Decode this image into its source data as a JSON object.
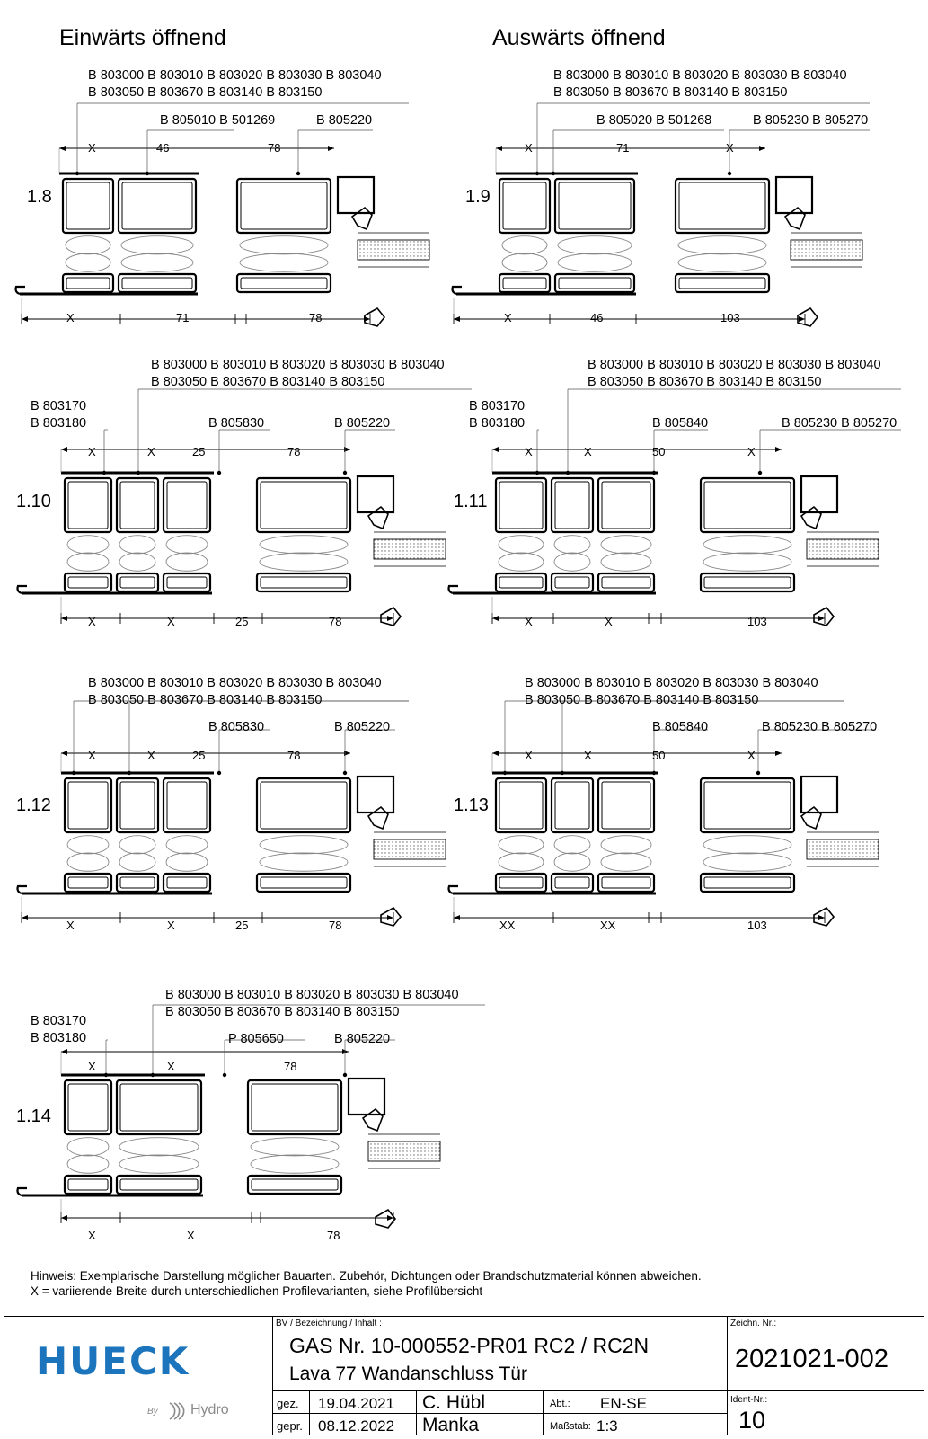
{
  "headings": {
    "inward": "Einwärts öffnend",
    "outward": "Auswärts öffnend"
  },
  "details": [
    {
      "id": "1.8",
      "codes": [
        "B 803000 B 803010 B 803020 B 803030 B 803040",
        "B 803050 B 803670 B 803140 B 803150"
      ],
      "side_codes": [],
      "labels": [
        "B 805010 B 501269",
        "B 805220"
      ],
      "top_dims": [
        "X",
        "46",
        "78"
      ],
      "bottom_dims": [
        "X",
        "71",
        "78"
      ]
    },
    {
      "id": "1.9",
      "codes": [
        "B 803000 B 803010 B 803020 B 803030 B 803040",
        "B 803050 B 803670 B 803140 B 803150"
      ],
      "side_codes": [],
      "labels": [
        "B 805020 B 501268",
        "B 805230 B 805270"
      ],
      "top_dims": [
        "X",
        "71",
        "X"
      ],
      "bottom_dims": [
        "X",
        "46",
        "103"
      ]
    },
    {
      "id": "1.10",
      "codes": [
        "B 803000 B 803010 B 803020 B 803030 B 803040",
        "B 803050 B 803670 B 803140 B 803150"
      ],
      "side_codes": [
        "B 803170",
        "B 803180"
      ],
      "labels": [
        "B 805830",
        "B 805220"
      ],
      "top_dims": [
        "X",
        "X",
        "25",
        "78"
      ],
      "bottom_dims": [
        "X",
        "X",
        "25",
        "78"
      ]
    },
    {
      "id": "1.11",
      "codes": [
        "B 803000 B 803010 B 803020 B 803030 B 803040",
        "B 803050 B 803670 B 803140 B 803150"
      ],
      "side_codes": [
        "B 803170",
        "B 803180"
      ],
      "labels": [
        "B 805840",
        "B 805230  B 805270"
      ],
      "top_dims": [
        "X",
        "X",
        "50",
        "X"
      ],
      "bottom_dims": [
        "X",
        "X",
        "103"
      ]
    },
    {
      "id": "1.12",
      "codes": [
        "B 803000 B 803010 B 803020 B 803030 B 803040",
        "B 803050 B 803670 B 803140 B 803150"
      ],
      "side_codes": [],
      "labels": [
        "B 805830",
        "B 805220"
      ],
      "top_dims": [
        "X",
        "X",
        "25",
        "78"
      ],
      "bottom_dims": [
        "X",
        "X",
        "25",
        "78"
      ]
    },
    {
      "id": "1.13",
      "codes": [
        "B 803000 B 803010 B 803020 B 803030 B 803040",
        "B 803050 B 803670 B 803140 B 803150"
      ],
      "side_codes": [],
      "labels": [
        "B 805840",
        "B 805230 B 805270"
      ],
      "top_dims": [
        "X",
        "X",
        "50",
        "X"
      ],
      "bottom_dims": [
        "XX",
        "XX",
        "103"
      ]
    },
    {
      "id": "1.14",
      "codes": [
        "B 803000 B 803010 B 803020 B 803030 B 803040",
        "B 803050 B 803670 B 803140 B 803150"
      ],
      "side_codes": [
        "B 803170",
        "B 803180"
      ],
      "labels": [
        "P 805650",
        "B 805220"
      ],
      "top_dims": [
        "X",
        "X",
        "78"
      ],
      "bottom_dims": [
        "X",
        "X",
        "78"
      ]
    }
  ],
  "note": {
    "line1": "Hinweis: Exemplarische Darstellung möglicher Bauarten. Zubehör, Dichtungen oder Brandschutzmaterial können abweichen.",
    "line2": "X = variierende  Breite durch unterschiedlichen Profilevarianten, siehe Profilübersicht"
  },
  "title_block": {
    "logo": "HUECK",
    "by": "By",
    "hydro": "Hydro",
    "bv_label": "BV / Bezeichnung / Inhalt :",
    "title1": "GAS Nr. 10-000552-PR01 RC2 / RC2N",
    "title2": "Lava 77 Wandanschluss Tür",
    "zeichn_label": "Zeichn. Nr.:",
    "zeichn_nr": "2021021-002",
    "gez_label": "gez.",
    "gez_date": "19.04.2021",
    "gez_name": "C. Hübl",
    "gepr_label": "gepr.",
    "gepr_date": "08.12.2022",
    "gepr_name": "Manka",
    "abt_label": "Abt.:",
    "abt": "EN-SE",
    "massstab_label": "Maßstab:",
    "massstab": "1:3",
    "ident_label": "Ident-Nr.:",
    "ident": "10"
  }
}
